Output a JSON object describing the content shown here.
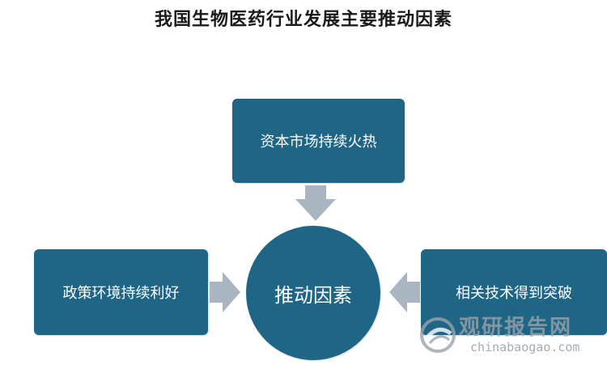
{
  "title": "我国生物医药行业发展主要推动因素",
  "center": {
    "label": "推动因素"
  },
  "factors": [
    {
      "label": "资本市场持续火热",
      "position": "top"
    },
    {
      "label": "政策环境持续利好",
      "position": "left"
    },
    {
      "label": "相关技术得到突破",
      "position": "right"
    }
  ],
  "watermark": {
    "cn": "观研报告网",
    "en": "chinabaogao.com"
  },
  "colors": {
    "box": "#1f6585",
    "arrow": "#a9b5c1",
    "title": "#1a1a1a"
  }
}
